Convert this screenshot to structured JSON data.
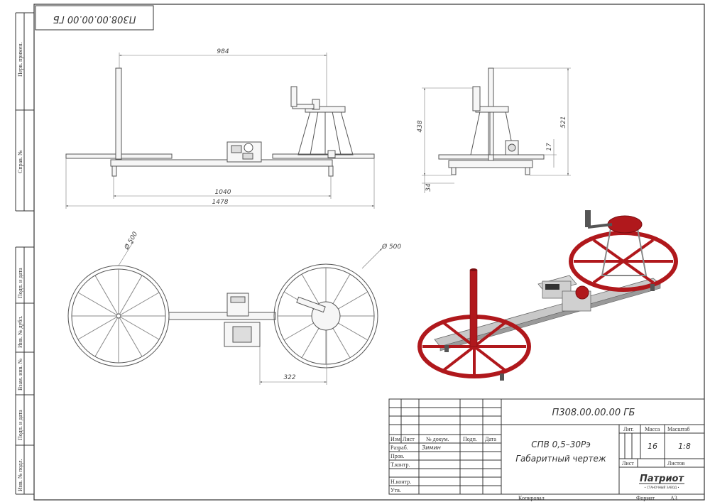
{
  "top_stamp": "П308.00.00.00 ГБ",
  "left_strip": {
    "perv_primen": "Перв. примен.",
    "sprav_no": "Справ. №",
    "podp_data_1": "Подп. и дата",
    "inv_dubl": "Инв. № дубл.",
    "vzam_inv": "Взам. инв. №",
    "podp_data_2": "Подп. и дата",
    "inv_podl": "Инв. № подл."
  },
  "dims": {
    "d984": "984",
    "d1040": "1040",
    "d1478": "1478",
    "d438": "438",
    "d521": "521",
    "d34": "34",
    "d17": "17",
    "dia1": "Ø 500",
    "dia2": "Ø 500",
    "d322": "322"
  },
  "title_block": {
    "doc_number": "П308.00.00.00 ГБ",
    "col_izm": "Изм.",
    "col_list": "Лист",
    "col_dokum": "№ докум.",
    "col_podp": "Подп.",
    "col_data": "Дата",
    "row_razrab": "Разраб.",
    "razrab_name": "Зимин",
    "row_prov": "Пров.",
    "row_tkontr": "Т.контр.",
    "row_nkontr": "Н.контр.",
    "row_utv": "Утв.",
    "product_name": "СПВ 0,5–30Рэ",
    "doc_type": "Габаритный чертеж",
    "lit_label": "Лит.",
    "mass_label": "Масса",
    "scale_label": "Масштаб",
    "mass_value": "16",
    "scale_value": "1:8",
    "list_label": "Лист",
    "listov_label": "Листов",
    "logo_text": "Патриот",
    "logo_sub": "• СТАНОЧНЫЙ ЗАВОД •"
  },
  "bottom": {
    "kopiroval": "Копировал",
    "format_label": "Формат",
    "format_value": "A3"
  },
  "colors": {
    "line": "#555555",
    "frame": "#333333",
    "red": "#b0181c",
    "red_dark": "#7a0e11",
    "grey": "#bdbdbd"
  }
}
